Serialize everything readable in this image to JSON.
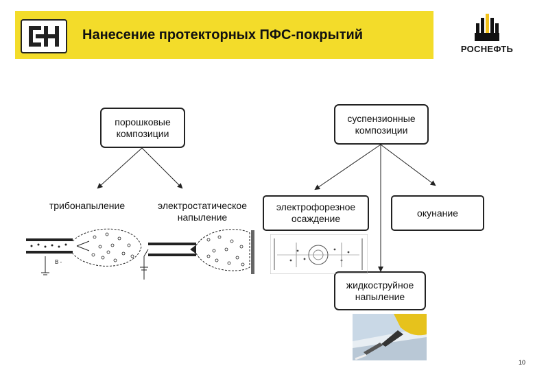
{
  "header": {
    "title": "Нанесение протекторных ПФС-покрытий",
    "logo_icon": "sng-logo-icon",
    "brand_name": "РОСНЕФТЬ",
    "brand_icon": "rosneft-emblem-icon",
    "band_color": "#f3dc2a"
  },
  "diagram": {
    "nodes": {
      "powder": "порошковые\nкомпозиции",
      "suspension": "суспензионные\nкомпозиции",
      "tribo": "трибонапыление",
      "electrostatic": "электростатическое\nнапыление",
      "electrophoretic": "электрофорезное\nосаждение",
      "dipping": "окунание",
      "jet": "жидкоструйное\nнапыление"
    },
    "illustration_labels": {
      "tribo_charge": "B -"
    }
  },
  "footer": {
    "page_number": "10"
  }
}
